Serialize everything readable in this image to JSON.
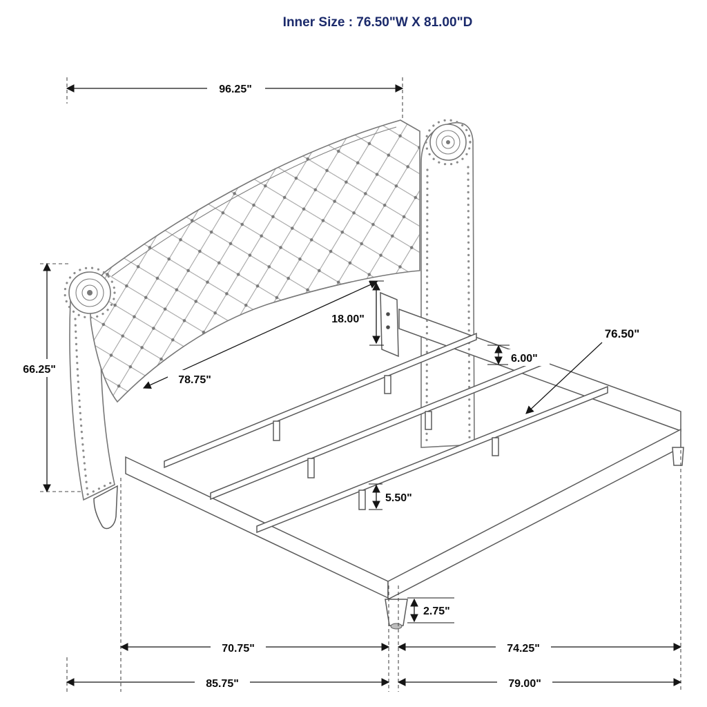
{
  "title": "Inner Size : 76.50\"W X 81.00\"D",
  "colors": {
    "title": "#1b2a6b",
    "dimension_text": "#0a0a0a",
    "drawing_line": "#767676"
  },
  "dims": {
    "headboard_width": "96.25\"",
    "overall_height": "66.25\"",
    "headboard_panel": "78.75\"",
    "headboard_drop": "18.00\"",
    "rail_height": "6.00\"",
    "slat_length": "76.50\"",
    "slat_leg_height": "5.50\"",
    "front_leg_height": "2.75\"",
    "frame_side_length": "70.75\"",
    "frame_front_width": "74.25\"",
    "overall_side_length": "85.75\"",
    "overall_front_width": "79.00\""
  }
}
